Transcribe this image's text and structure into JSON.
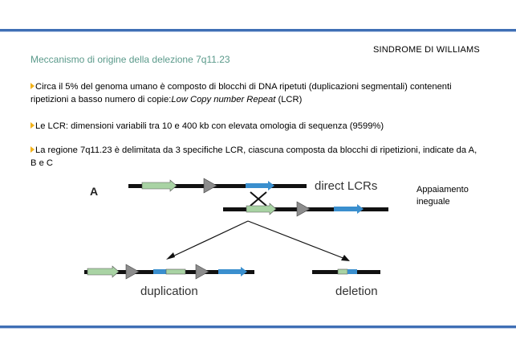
{
  "header": {
    "section_title": "SINDROME DI WILLIAMS"
  },
  "subtitle": "Meccanismo di origine della delezione 7q11.23",
  "bullets": {
    "b1_text": "Circa il 5% del genoma umano è composto di blocchi di DNA ripetuti (duplicazioni segmentali) contenenti ripetizioni a basso numero di copie:",
    "b1_italic": "Low Copy number Repeat",
    "b1_tail": " (LCR)",
    "b2_text": "Le LCR: dimensioni variabili tra 10 e 400 kb con elevata omologia di sequenza (95­99%)",
    "b3_text": "La regione 7q11.23 è delimitata da 3 specifiche LCR, ciascuna composta da blocchi di ripetizioni, indicate da A, B e C"
  },
  "figure": {
    "panel_label": "A",
    "direct_label": "direct LCRs",
    "duplication_label": "duplication",
    "deletion_label": "deletion",
    "colors": {
      "line": "#111111",
      "green_block": "#a9d3a4",
      "blue_block": "#3a8fce",
      "triangle": "#8c8c8c"
    }
  },
  "side_note": {
    "line1": "Appaiamento",
    "line2": "ineguale"
  }
}
